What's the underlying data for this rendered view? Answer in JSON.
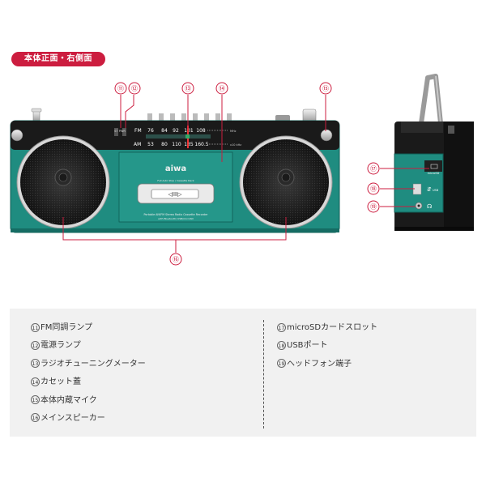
{
  "badge": {
    "label": "本体正面・右側面"
  },
  "device": {
    "brand": "aiwa",
    "fm_label": "FM",
    "am_label": "AM",
    "fm_scale": [
      "76",
      "84",
      "92",
      "101",
      "108"
    ],
    "fm_unit": "MHz",
    "am_scale": [
      "53",
      "80",
      "110",
      "135",
      "160.5"
    ],
    "am_unit": "x10 kHz",
    "cassette_window": "◁III▷",
    "cassette_top_text": "Full Auto Stop / Cassette Deck",
    "front_text_line1": "Portable AM/FM Stereo Radio Cassette Recorder",
    "front_text_line2": "with Bluetooth/ USB/microSD",
    "side_labels": {
      "microsd": "microSD",
      "usb": "USB"
    }
  },
  "callouts": [
    {
      "num": "⑪"
    },
    {
      "num": "⑫"
    },
    {
      "num": "⑬"
    },
    {
      "num": "⑭"
    },
    {
      "num": "⑮"
    },
    {
      "num": "⑯"
    },
    {
      "num": "⑰"
    },
    {
      "num": "⑱"
    },
    {
      "num": "⑲"
    }
  ],
  "legend": {
    "left": [
      {
        "num": "11",
        "label": "FM同調ランプ"
      },
      {
        "num": "12",
        "label": "電源ランプ"
      },
      {
        "num": "13",
        "label": "ラジオチューニングメーター"
      },
      {
        "num": "14",
        "label": "カセット蓋"
      },
      {
        "num": "15",
        "label": "本体内蔵マイク"
      },
      {
        "num": "16",
        "label": "メインスピーカー"
      }
    ],
    "right": [
      {
        "num": "17",
        "label": "microSDカードスロット"
      },
      {
        "num": "18",
        "label": "USBポート"
      },
      {
        "num": "19",
        "label": "ヘッドフォン端子"
      }
    ]
  },
  "colors": {
    "accent": "#cc1d3f",
    "body_teal": "#1f8c80",
    "panel_black": "#1a1a1a"
  }
}
